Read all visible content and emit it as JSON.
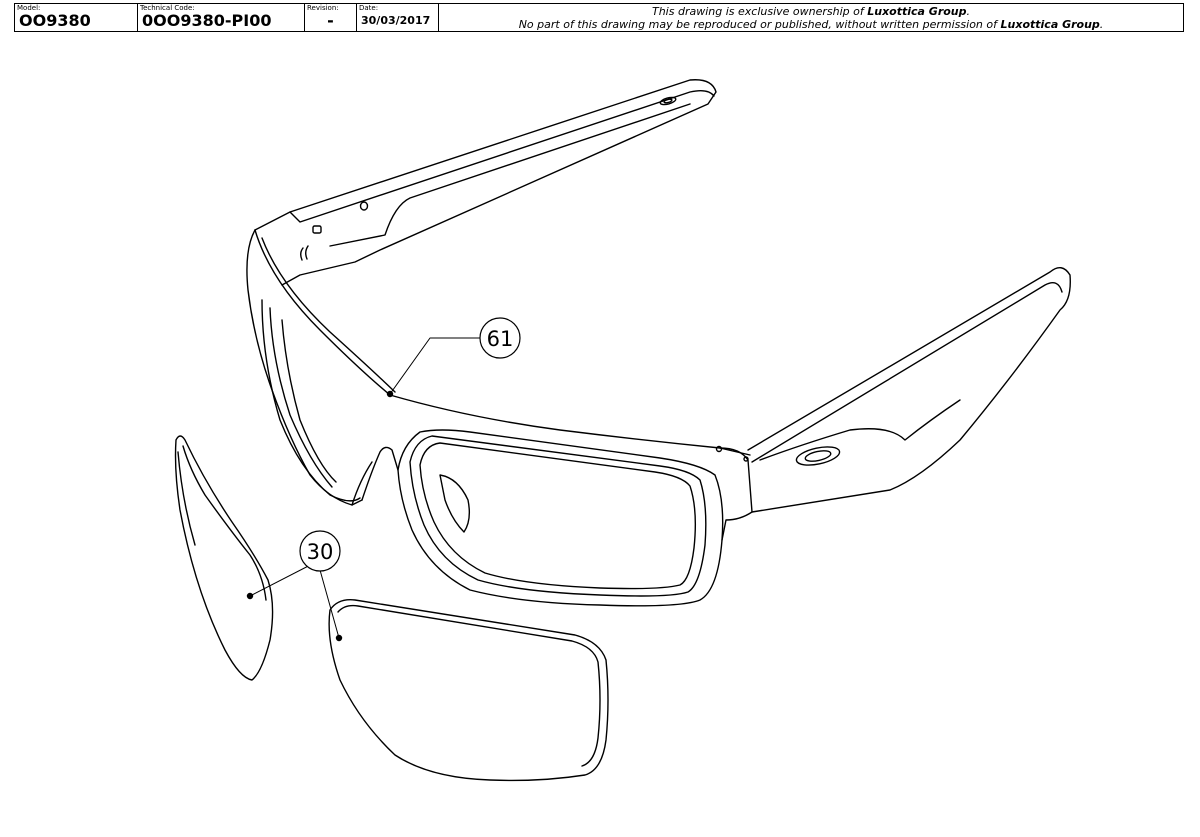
{
  "title_block": {
    "model_label": "Model:",
    "model_value": "OO9380",
    "technical_code_label": "Technical Code:",
    "technical_code_value": "0OO9380-PI00",
    "revision_label": "Revision:",
    "revision_value": "-",
    "date_label": "Date:",
    "date_value": "30/03/2017",
    "notice_line1_prefix": "This drawing is exclusive ownership of ",
    "notice_line1_owner": "Luxottica Group",
    "notice_line1_suffix": ".",
    "notice_line2_prefix": "No part of this drawing may be reproduced or published, without written permission of ",
    "notice_line2_owner": "Luxottica Group",
    "notice_line2_suffix": "."
  },
  "callouts": {
    "frame_part_number": "61",
    "lens_part_number": "30"
  },
  "colors": {
    "line": "#000000",
    "background": "#ffffff"
  }
}
